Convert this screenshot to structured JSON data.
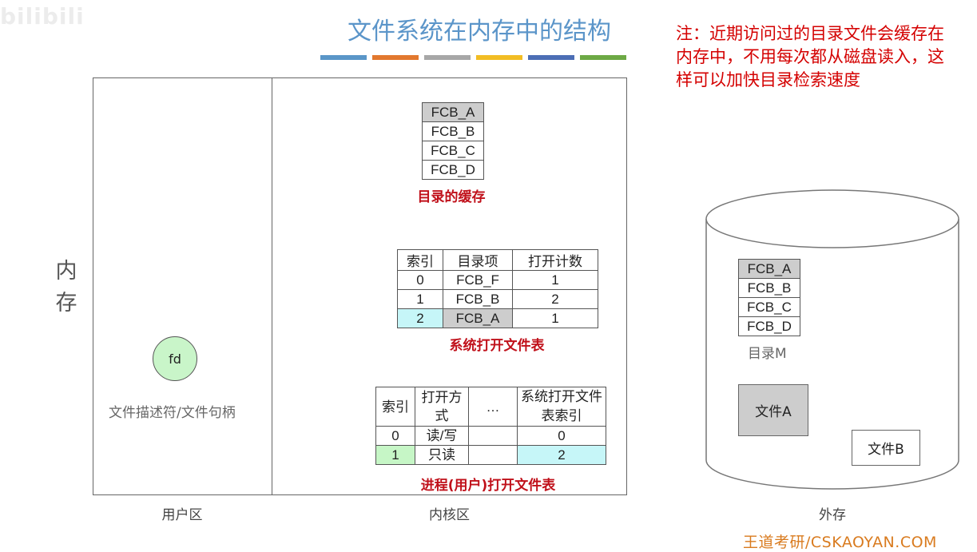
{
  "watermark": "bilibili",
  "title": "文件系统在内存中的结构",
  "color_bars": [
    "#5a96c8",
    "#e2782e",
    "#a7a7a7",
    "#f2bd23",
    "#4c6eb5",
    "#6da945"
  ],
  "note": "注：近期访问过的目录文件会缓存在内存中，不用每次都从磁盘读入，这样可以加快目录检索速度",
  "memory_label": "内存",
  "user_zone": {
    "label": "用户区",
    "fd_label": "fd",
    "fd_caption": "文件描述符/文件句柄"
  },
  "kernel_zone": {
    "label": "内核区",
    "dir_cache": {
      "items": [
        "FCB_A",
        "FCB_B",
        "FCB_C",
        "FCB_D"
      ],
      "highlight_index": 0,
      "caption": "目录的缓存"
    },
    "system_open_table": {
      "headers": [
        "索引",
        "目录项",
        "打开计数"
      ],
      "rows": [
        [
          "0",
          "FCB_F",
          "1"
        ],
        [
          "1",
          "FCB_B",
          "2"
        ],
        [
          "2",
          "FCB_A",
          "1"
        ]
      ],
      "caption": "系统打开文件表"
    },
    "process_open_table": {
      "headers": [
        "索引",
        "打开方式",
        "…",
        "系统打开文件表索引"
      ],
      "rows": [
        [
          "0",
          "读/写",
          "",
          "0"
        ],
        [
          "1",
          "只读",
          "",
          "2"
        ]
      ],
      "caption": "进程(用户)打开文件表"
    }
  },
  "external": {
    "label": "外存",
    "directory_items": [
      "FCB_A",
      "FCB_B",
      "FCB_C",
      "FCB_D"
    ],
    "directory_caption": "目录M",
    "file_a": "文件A",
    "file_b": "文件B"
  },
  "footer": "王道考研/CSKAOYAN.COM"
}
